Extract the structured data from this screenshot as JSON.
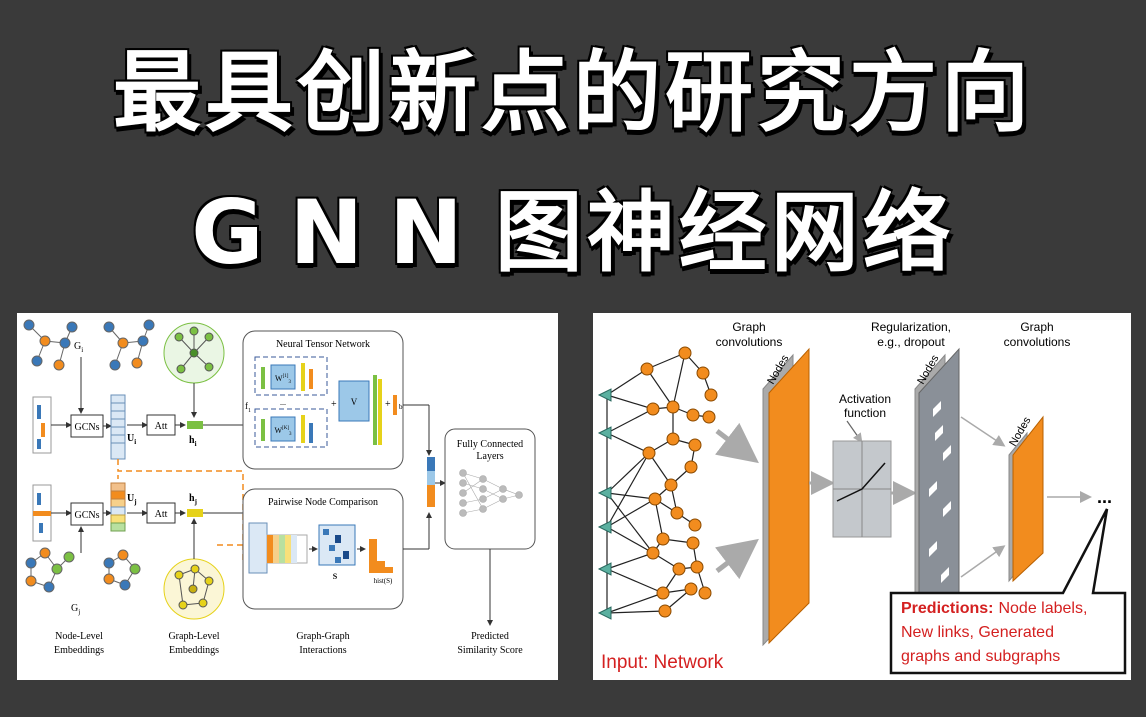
{
  "title": {
    "line1": "最具创新点的研究方向",
    "line2_latin": "GNN",
    "line2_cjk": "图神经网络"
  },
  "left_diagram": {
    "labels": {
      "gi": "G",
      "gi_sub": "i",
      "gj": "G",
      "gj_sub": "j",
      "gcns_top": "GCNs",
      "gcns_bottom": "GCNs",
      "ui": "U",
      "ui_sub": "i",
      "uj": "U",
      "uj_sub": "j",
      "att_top": "Att",
      "att_bottom": "Att",
      "hi": "h",
      "hi_sub": "i",
      "hj": "h",
      "hj_sub": "j",
      "ntn_title": "Neural Tensor Network",
      "w1": "W",
      "w1_sup": "[1]",
      "w1_sub": "3",
      "wk": "W",
      "wk_sup": "[K]",
      "wk_sub": "3",
      "v": "V",
      "ellipsis": "...",
      "b": "b",
      "f1": "f",
      "f1_sub": "1",
      "pnc_title": "Pairwise Node Comparison",
      "s": "S",
      "hist": "hist(S)",
      "fc_title_1": "Fully Connected",
      "fc_title_2": "Layers",
      "node_level_1": "Node-Level",
      "node_level_2": "Embeddings",
      "graph_level_1": "Graph-Level",
      "graph_level_2": "Embeddings",
      "gg_1": "Graph-Graph",
      "gg_2": "Interactions",
      "pred_1": "Predicted",
      "pred_2": "Similarity Score"
    }
  },
  "right_diagram": {
    "labels": {
      "graph_conv_1a": "Graph",
      "graph_conv_1b": "convolutions",
      "regular_1": "Regularization,",
      "regular_2": "e.g., dropout",
      "graph_conv_2a": "Graph",
      "graph_conv_2b": "convolutions",
      "nodes_1": "Nodes",
      "nodes_2": "Nodes",
      "nodes_3": "Nodes",
      "activation_1": "Activation",
      "activation_2": "function",
      "dots": "...",
      "input_prefix": "Input:",
      "input_value": "Network",
      "pred_bold": "Predictions:",
      "pred_line1": "Node labels,",
      "pred_line2": "New links, Generated",
      "pred_line3": "graphs and subgraphs"
    }
  },
  "colors": {
    "background": "#3a3a3a",
    "orange": "#f28c1e",
    "teal": "#5bb0a0",
    "red_text": "#d42020",
    "blue": "#3a78b8",
    "yellow": "#e6d21a",
    "green_node": "#7bc043"
  }
}
